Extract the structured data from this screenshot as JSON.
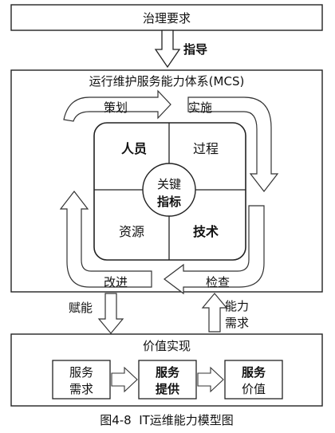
{
  "top_box": {
    "label": "治理要求"
  },
  "guide_arrow": {
    "label": "指导"
  },
  "mcs": {
    "title": "运行维护服务能力体系(MCS)",
    "cycle": {
      "plan": "策划",
      "implement": "实施",
      "check": "检查",
      "improve": "改进"
    },
    "quadrants": {
      "people": "人员",
      "process": "过程",
      "resources": "资源",
      "technology": "技术"
    },
    "center": {
      "line1": "关键",
      "line2": "指标"
    }
  },
  "empower_arrow": {
    "label": "赋能"
  },
  "demand_arrow": {
    "line1": "能力",
    "line2": "需求"
  },
  "value_box": {
    "title": "价值实现",
    "steps": [
      {
        "line1": "服务",
        "line2": "需求"
      },
      {
        "line1": "服务",
        "line2": "提供"
      },
      {
        "line1": "服务",
        "line2": "价值"
      }
    ]
  },
  "caption": "图4-8  IT运维能力模型图"
}
